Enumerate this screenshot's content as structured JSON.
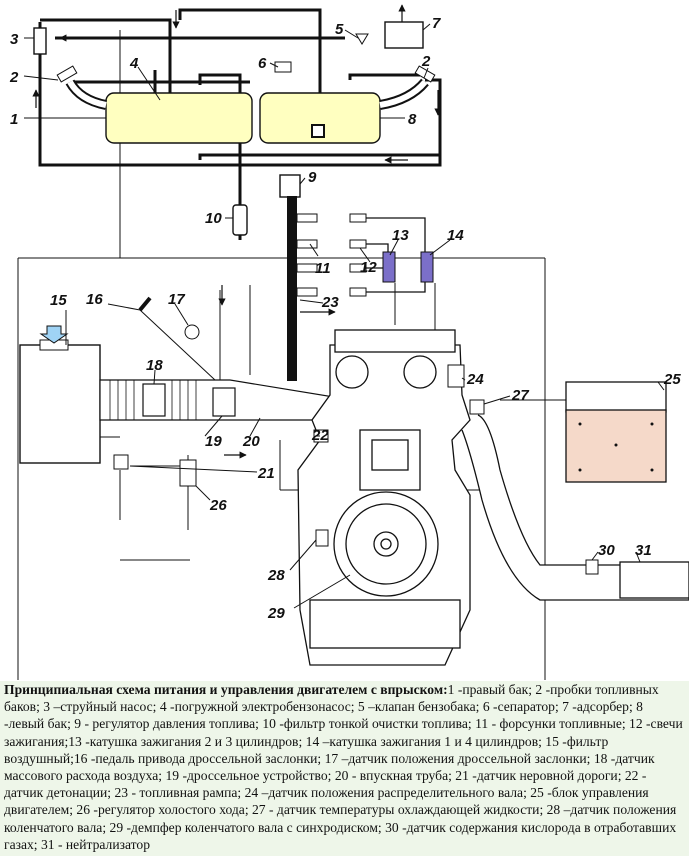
{
  "colors": {
    "tank_fill": "#ffffc0",
    "coil_fill": "#7b6fc9",
    "ecu_fill": "#f5d9c9",
    "caption_bg": "#eef6e9",
    "line": "#111111"
  },
  "icons": [
    "airflow-arrow-icon"
  ],
  "labels": {
    "n1": "1",
    "n2a": "2",
    "n2b": "2",
    "n3": "3",
    "n4": "4",
    "n5": "5",
    "n6": "6",
    "n7": "7",
    "n8": "8",
    "n9": "9",
    "n10": "10",
    "n11": "11",
    "n12": "12",
    "n13": "13",
    "n14": "14",
    "n15": "15",
    "n16": "16",
    "n17": "17",
    "n18": "18",
    "n19": "19",
    "n20": "20",
    "n21": "21",
    "n22": "22",
    "n23": "23",
    "n24": "24",
    "n25": "25",
    "n26": "26",
    "n27": "27",
    "n28": "28",
    "n29": "29",
    "n30": "30",
    "n31": "31"
  },
  "caption": {
    "title": "Принципиальная схема питания и управления двигателем с впрыском:",
    "body": "1 -правый бак; 2 -пробки топливных баков; 3 –струйный насос; 4 -погружной электробензонасос; 5 –клапан бензобака; 6 -сепаратор; 7 -адсорбер; 8 -левый бак; 9 - регулятор давления топлива; 10 -фильтр тонкой очистки топлива; 11 - форсунки топливные; 12 -свечи зажигания;13 -катушка зажигания 2 и 3 цилиндров; 14 –катушка зажигания 1 и 4 цилиндров; 15 -фильтр воздушный;16 -педаль привода дроссельной заслонки; 17 –датчик положения дроссельной заслонки; 18 -датчик массового расхода воздуха; 19 -дроссельное устройство; 20 - впускная труба; 21 -датчик неровной дороги; 22 - датчик детонации; 23 - топливная рампа; 24 –датчик положения распределительного вала; 25 -блок управления двигателем; 26 -регулятор холостого хода; 27 - датчик температуры охлаждающей жидкости; 28 –датчик положения коленчатого вала; 29 -демпфер коленчатого вала с синхродиском; 30 -датчик содержания кислорода в отработавших газах; 31 - нейтрализатор"
  }
}
